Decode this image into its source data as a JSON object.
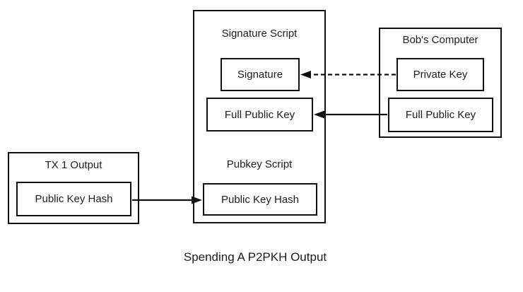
{
  "diagram": {
    "caption": "Spending A P2PKH Output",
    "colors": {
      "line": "#111111",
      "text": "#1c1c1c",
      "box_background": "#ffffff"
    },
    "tx1_output": {
      "title": "TX 1 Output",
      "public_key_hash": "Public Key Hash"
    },
    "signature_script": {
      "title": "Signature Script",
      "signature": "Signature",
      "full_public_key": "Full Public Key",
      "pubkey_script_title": "Pubkey Script",
      "public_key_hash": "Public Key Hash"
    },
    "bobs_computer": {
      "title": "Bob's Computer",
      "private_key": "Private Key",
      "full_public_key": "Full Public Key"
    },
    "arrows": [
      {
        "id": "private-key-to-signature",
        "from": "Private Key",
        "to": "Signature",
        "style": "dashed",
        "direction": "left"
      },
      {
        "id": "bob-full-public-key-to-script-full-public-key",
        "from": "Full Public Key (Bob's Computer)",
        "to": "Full Public Key (Signature Script)",
        "style": "solid",
        "direction": "left"
      },
      {
        "id": "tx1-public-key-hash-to-pubkey-script-public-key-hash",
        "from": "Public Key Hash (TX 1 Output)",
        "to": "Public Key Hash (Pubkey Script)",
        "style": "solid",
        "direction": "right"
      }
    ]
  }
}
